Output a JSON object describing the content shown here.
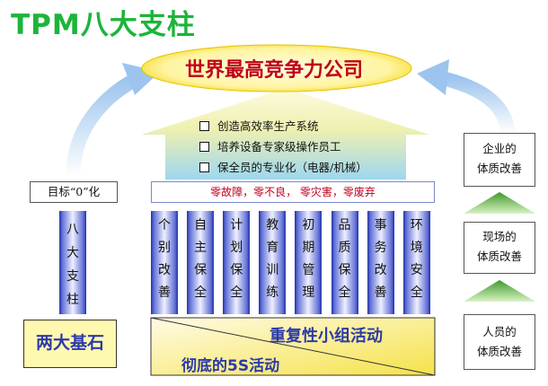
{
  "title": "TPM八大支柱",
  "top_label": "世界最高竞争力公司",
  "checklist": [
    "创造高效率生产系统",
    "培养设备专家级操作员工",
    "保全员的专业化（电器/机械）"
  ],
  "zero_goals": "零故障，零不良，  零灾害，零废弃",
  "goal_label": "目标“0”化",
  "pillars_label": "八大支柱",
  "pillars": [
    "个别改善",
    "自主保全",
    "计划保全",
    "教育训练",
    "初期管理",
    "品质保全",
    "事务改善",
    "环境安全"
  ],
  "foundation_label": "两大基石",
  "foundation": [
    "重复性小组活动",
    "彻底的5S活动"
  ],
  "improvements": [
    {
      "line1": "企业的",
      "line2": "体质改善"
    },
    {
      "line1": "现场的",
      "line2": "体质改善"
    },
    {
      "line1": "人员的",
      "line2": "体质改善"
    }
  ],
  "colors": {
    "title": "#1bb53a",
    "top_label": "#c0001a",
    "pillar": "#3344bb",
    "arrow": "#a8c8ee",
    "up_arrow": "#3f9a2c"
  }
}
